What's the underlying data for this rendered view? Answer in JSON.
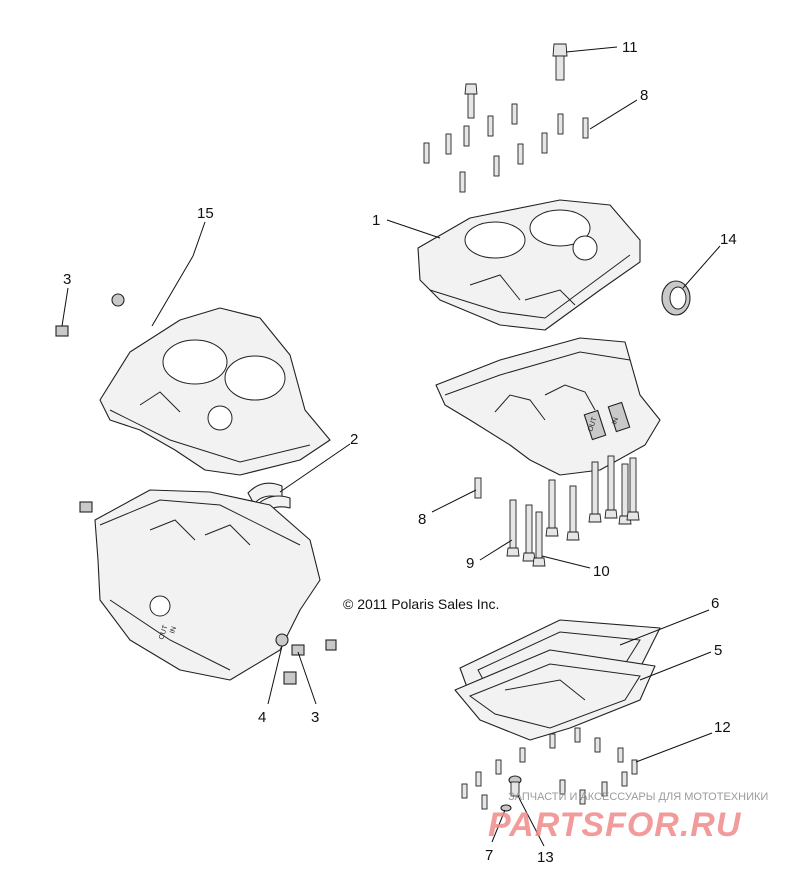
{
  "callouts": [
    {
      "id": "c11",
      "label": "11"
    },
    {
      "id": "c8a",
      "label": "8"
    },
    {
      "id": "c1",
      "label": "1"
    },
    {
      "id": "c14",
      "label": "14"
    },
    {
      "id": "c15",
      "label": "15"
    },
    {
      "id": "c3a",
      "label": "3"
    },
    {
      "id": "c2",
      "label": "2"
    },
    {
      "id": "c8b",
      "label": "8"
    },
    {
      "id": "c9",
      "label": "9"
    },
    {
      "id": "c10",
      "label": "10"
    },
    {
      "id": "c6",
      "label": "6"
    },
    {
      "id": "c5",
      "label": "5"
    },
    {
      "id": "c4",
      "label": "4"
    },
    {
      "id": "c3b",
      "label": "3"
    },
    {
      "id": "c12",
      "label": "12"
    },
    {
      "id": "c7",
      "label": "7"
    },
    {
      "id": "c13",
      "label": "13"
    }
  ],
  "copyright": "© 2011 Polaris Sales Inc.",
  "watermark": {
    "caption": "ЗАПЧАСТИ И АКСЕССУАРЫ ДЛЯ МОТОТЕХНИКИ",
    "brand": "PARTSFOR.RU"
  },
  "part_marks": {
    "out": "OUT",
    "in": "IN"
  }
}
